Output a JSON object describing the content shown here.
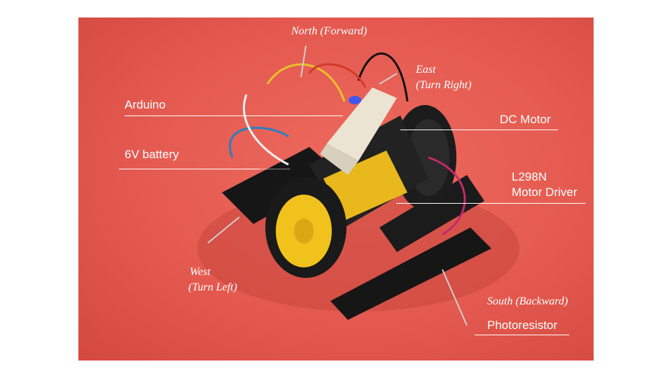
{
  "directions": {
    "north": "North (Forward)",
    "east_line1": "East",
    "east_line2": "(Turn Right)",
    "west_line1": "West",
    "west_line2": "(Turn Left)",
    "south": "South (Backward)"
  },
  "components": {
    "arduino": "Arduino",
    "battery": "6V battery",
    "dc_motor": "DC Motor",
    "driver_line1": "L298N",
    "driver_line2": "Motor Driver",
    "photoresistor": "Photoresistor"
  },
  "colors": {
    "background": "#e45a50",
    "label_text": "#ffffff",
    "wheel_hub": "#f2c21c",
    "tire": "#1a1a1a",
    "chassis": "#151515"
  }
}
